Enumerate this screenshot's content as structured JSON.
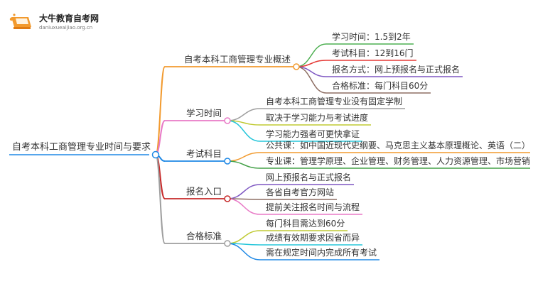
{
  "logo": {
    "name": "大牛教育自考网",
    "url": "daniuxueaijiao.org.cn"
  },
  "mindmap": {
    "root": "自考本科工商管理专业时间与要求",
    "branches": [
      {
        "label": "自考本科工商管理专业概述",
        "color": "#f29a2e",
        "children": [
          {
            "text": "学习时间：1.5到2年",
            "color": "#4caf50"
          },
          {
            "text": "考试科目：12到16门",
            "color": "#e53935"
          },
          {
            "text": "报名方式：网上预报名与正式报名",
            "color": "#7e57c2"
          },
          {
            "text": "合格标准：每门科目60分",
            "color": "#8d6e63"
          }
        ]
      },
      {
        "label": "学习时间",
        "color": "#e879c6",
        "children": [
          {
            "text": "自考本科工商管理专业没有固定学制",
            "color": "#9e9e9e"
          },
          {
            "text": "取决于学习能力与考试进度",
            "color": "#c0ca33"
          },
          {
            "text": "学习能力强者可更快拿证",
            "color": "#26c6da"
          }
        ]
      },
      {
        "label": "考试科目",
        "color": "#1e88e5",
        "children": [
          {
            "text": "公共课：如中国近现代史纲要、马克思主义基本原理概论、英语（二）",
            "color": "#f29a2e"
          },
          {
            "text": "专业课：管理学原理、企业管理、财务管理、人力资源管理、市场营销",
            "color": "#43a047"
          }
        ]
      },
      {
        "label": "报名入口",
        "color": "#c62828",
        "children": [
          {
            "text": "网上预报名与正式报名",
            "color": "#7e57c2"
          },
          {
            "text": "各省自考官方网站",
            "color": "#8d6e63"
          },
          {
            "text": "提前关注报名时间与流程",
            "color": "#e879c6"
          }
        ]
      },
      {
        "label": "合格标准",
        "color": "#9e9e9e",
        "children": [
          {
            "text": "每门科目需达到60分",
            "color": "#c0ca33"
          },
          {
            "text": "成绩有效期要求因省而异",
            "color": "#26c6da"
          },
          {
            "text": "需在规定时间内完成所有考试",
            "color": "#1e88e5"
          }
        ]
      }
    ]
  }
}
